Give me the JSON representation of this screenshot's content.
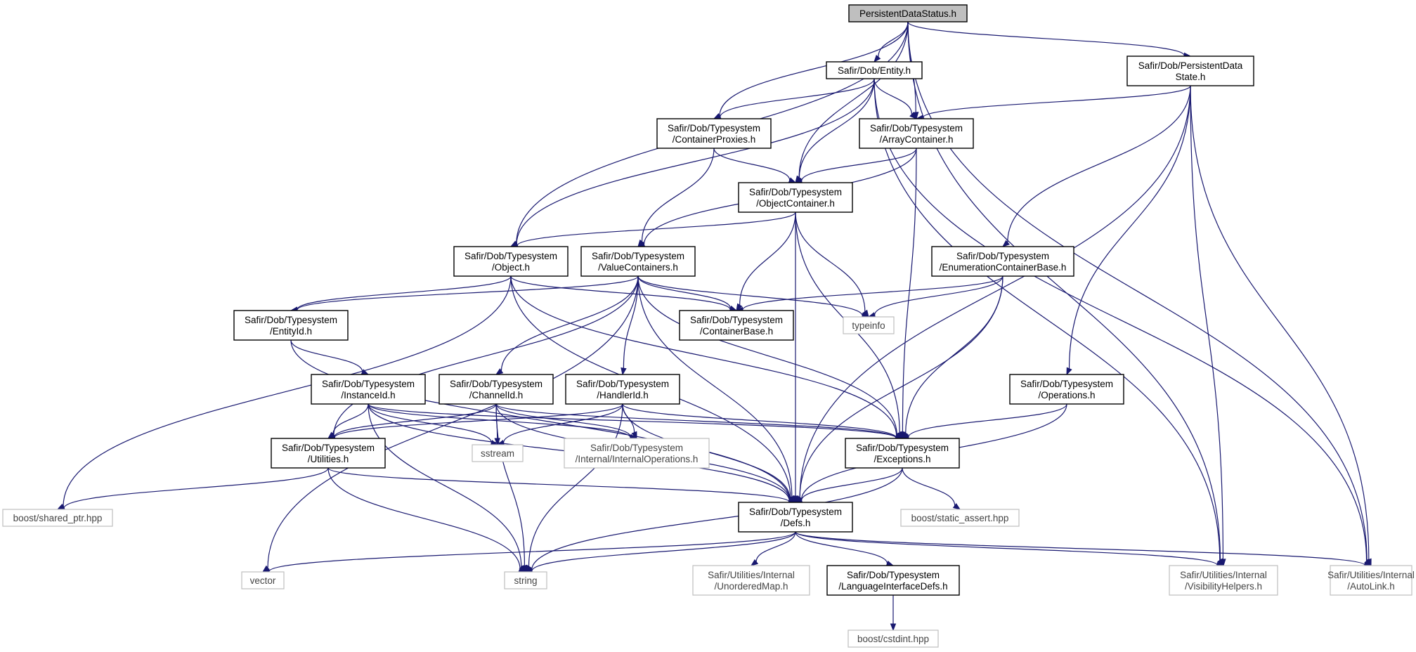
{
  "diagram": {
    "nodes": [
      {
        "id": "root",
        "lines": [
          "PersistentDataStatus.h"
        ],
        "style": "root"
      },
      {
        "id": "entity",
        "lines": [
          "Safir/Dob/Entity.h"
        ],
        "style": "normal"
      },
      {
        "id": "pds",
        "lines": [
          "Safir/Dob/PersistentData",
          "State.h"
        ],
        "style": "normal"
      },
      {
        "id": "cproxies",
        "lines": [
          "Safir/Dob/Typesystem",
          "/ContainerProxies.h"
        ],
        "style": "normal"
      },
      {
        "id": "arrcont",
        "lines": [
          "Safir/Dob/Typesystem",
          "/ArrayContainer.h"
        ],
        "style": "normal"
      },
      {
        "id": "objcont",
        "lines": [
          "Safir/Dob/Typesystem",
          "/ObjectContainer.h"
        ],
        "style": "normal"
      },
      {
        "id": "object",
        "lines": [
          "Safir/Dob/Typesystem",
          "/Object.h"
        ],
        "style": "normal"
      },
      {
        "id": "valcont",
        "lines": [
          "Safir/Dob/Typesystem",
          "/ValueContainers.h"
        ],
        "style": "normal"
      },
      {
        "id": "enumcont",
        "lines": [
          "Safir/Dob/Typesystem",
          "/EnumerationContainerBase.h"
        ],
        "style": "normal"
      },
      {
        "id": "entityid",
        "lines": [
          "Safir/Dob/Typesystem",
          "/EntityId.h"
        ],
        "style": "normal"
      },
      {
        "id": "contbase",
        "lines": [
          "Safir/Dob/Typesystem",
          "/ContainerBase.h"
        ],
        "style": "normal"
      },
      {
        "id": "typeinfo",
        "lines": [
          "typeinfo"
        ],
        "style": "ext"
      },
      {
        "id": "instid",
        "lines": [
          "Safir/Dob/Typesystem",
          "/InstanceId.h"
        ],
        "style": "normal"
      },
      {
        "id": "chanid",
        "lines": [
          "Safir/Dob/Typesystem",
          "/ChannelId.h"
        ],
        "style": "normal"
      },
      {
        "id": "handid",
        "lines": [
          "Safir/Dob/Typesystem",
          "/HandlerId.h"
        ],
        "style": "normal"
      },
      {
        "id": "ops",
        "lines": [
          "Safir/Dob/Typesystem",
          "/Operations.h"
        ],
        "style": "normal"
      },
      {
        "id": "utils",
        "lines": [
          "Safir/Dob/Typesystem",
          "/Utilities.h"
        ],
        "style": "normal"
      },
      {
        "id": "sstream",
        "lines": [
          "sstream"
        ],
        "style": "ext"
      },
      {
        "id": "intops",
        "lines": [
          "Safir/Dob/Typesystem",
          "/Internal/InternalOperations.h"
        ],
        "style": "ext"
      },
      {
        "id": "exc",
        "lines": [
          "Safir/Dob/Typesystem",
          "/Exceptions.h"
        ],
        "style": "normal"
      },
      {
        "id": "sharedptr",
        "lines": [
          "boost/shared_ptr.hpp"
        ],
        "style": "ext"
      },
      {
        "id": "defs",
        "lines": [
          "Safir/Dob/Typesystem",
          "/Defs.h"
        ],
        "style": "normal"
      },
      {
        "id": "staticassert",
        "lines": [
          "boost/static_assert.hpp"
        ],
        "style": "ext"
      },
      {
        "id": "vector",
        "lines": [
          "vector"
        ],
        "style": "ext"
      },
      {
        "id": "string",
        "lines": [
          "string"
        ],
        "style": "ext"
      },
      {
        "id": "umap",
        "lines": [
          "Safir/Utilities/Internal",
          "/UnorderedMap.h"
        ],
        "style": "ext"
      },
      {
        "id": "langdefs",
        "lines": [
          "Safir/Dob/Typesystem",
          "/LanguageInterfaceDefs.h"
        ],
        "style": "normal"
      },
      {
        "id": "vis",
        "lines": [
          "Safir/Utilities/Internal",
          "/VisibilityHelpers.h"
        ],
        "style": "ext"
      },
      {
        "id": "autolink",
        "lines": [
          "Safir/Utilities/Internal",
          "/AutoLink.h"
        ],
        "style": "ext"
      },
      {
        "id": "cstdint",
        "lines": [
          "boost/cstdint.hpp"
        ],
        "style": "ext"
      }
    ],
    "edges": [
      [
        "root",
        "entity"
      ],
      [
        "root",
        "pds"
      ],
      [
        "root",
        "cproxies"
      ],
      [
        "root",
        "arrcont"
      ],
      [
        "root",
        "objcont"
      ],
      [
        "root",
        "object"
      ],
      [
        "root",
        "vis"
      ],
      [
        "root",
        "autolink"
      ],
      [
        "entity",
        "cproxies"
      ],
      [
        "entity",
        "arrcont"
      ],
      [
        "entity",
        "objcont"
      ],
      [
        "entity",
        "object"
      ],
      [
        "entity",
        "vis"
      ],
      [
        "entity",
        "autolink"
      ],
      [
        "pds",
        "arrcont"
      ],
      [
        "pds",
        "enumcont"
      ],
      [
        "pds",
        "ops"
      ],
      [
        "pds",
        "defs"
      ],
      [
        "pds",
        "vis"
      ],
      [
        "pds",
        "autolink"
      ],
      [
        "cproxies",
        "objcont"
      ],
      [
        "cproxies",
        "valcont"
      ],
      [
        "arrcont",
        "objcont"
      ],
      [
        "arrcont",
        "valcont"
      ],
      [
        "arrcont",
        "exc"
      ],
      [
        "objcont",
        "object"
      ],
      [
        "objcont",
        "contbase"
      ],
      [
        "objcont",
        "typeinfo"
      ],
      [
        "objcont",
        "exc"
      ],
      [
        "objcont",
        "defs"
      ],
      [
        "object",
        "entityid"
      ],
      [
        "object",
        "contbase"
      ],
      [
        "object",
        "exc"
      ],
      [
        "object",
        "defs"
      ],
      [
        "object",
        "sharedptr"
      ],
      [
        "valcont",
        "contbase"
      ],
      [
        "valcont",
        "typeinfo"
      ],
      [
        "valcont",
        "entityid"
      ],
      [
        "valcont",
        "chanid"
      ],
      [
        "valcont",
        "handid"
      ],
      [
        "valcont",
        "utils"
      ],
      [
        "valcont",
        "exc"
      ],
      [
        "valcont",
        "defs"
      ],
      [
        "valcont",
        "vector"
      ],
      [
        "enumcont",
        "contbase"
      ],
      [
        "enumcont",
        "typeinfo"
      ],
      [
        "enumcont",
        "exc"
      ],
      [
        "enumcont",
        "defs"
      ],
      [
        "entityid",
        "instid"
      ],
      [
        "entityid",
        "defs"
      ],
      [
        "instid",
        "utils"
      ],
      [
        "instid",
        "sstream"
      ],
      [
        "instid",
        "intops"
      ],
      [
        "instid",
        "exc"
      ],
      [
        "instid",
        "defs"
      ],
      [
        "instid",
        "string"
      ],
      [
        "chanid",
        "utils"
      ],
      [
        "chanid",
        "sstream"
      ],
      [
        "chanid",
        "intops"
      ],
      [
        "chanid",
        "exc"
      ],
      [
        "chanid",
        "defs"
      ],
      [
        "chanid",
        "string"
      ],
      [
        "handid",
        "utils"
      ],
      [
        "handid",
        "sstream"
      ],
      [
        "handid",
        "intops"
      ],
      [
        "handid",
        "exc"
      ],
      [
        "handid",
        "defs"
      ],
      [
        "handid",
        "string"
      ],
      [
        "ops",
        "exc"
      ],
      [
        "ops",
        "defs"
      ],
      [
        "utils",
        "sharedptr"
      ],
      [
        "utils",
        "defs"
      ],
      [
        "utils",
        "string"
      ],
      [
        "exc",
        "defs"
      ],
      [
        "exc",
        "staticassert"
      ],
      [
        "exc",
        "string"
      ],
      [
        "defs",
        "vector"
      ],
      [
        "defs",
        "string"
      ],
      [
        "defs",
        "umap"
      ],
      [
        "defs",
        "langdefs"
      ],
      [
        "defs",
        "vis"
      ],
      [
        "defs",
        "autolink"
      ],
      [
        "langdefs",
        "cstdint"
      ]
    ]
  }
}
